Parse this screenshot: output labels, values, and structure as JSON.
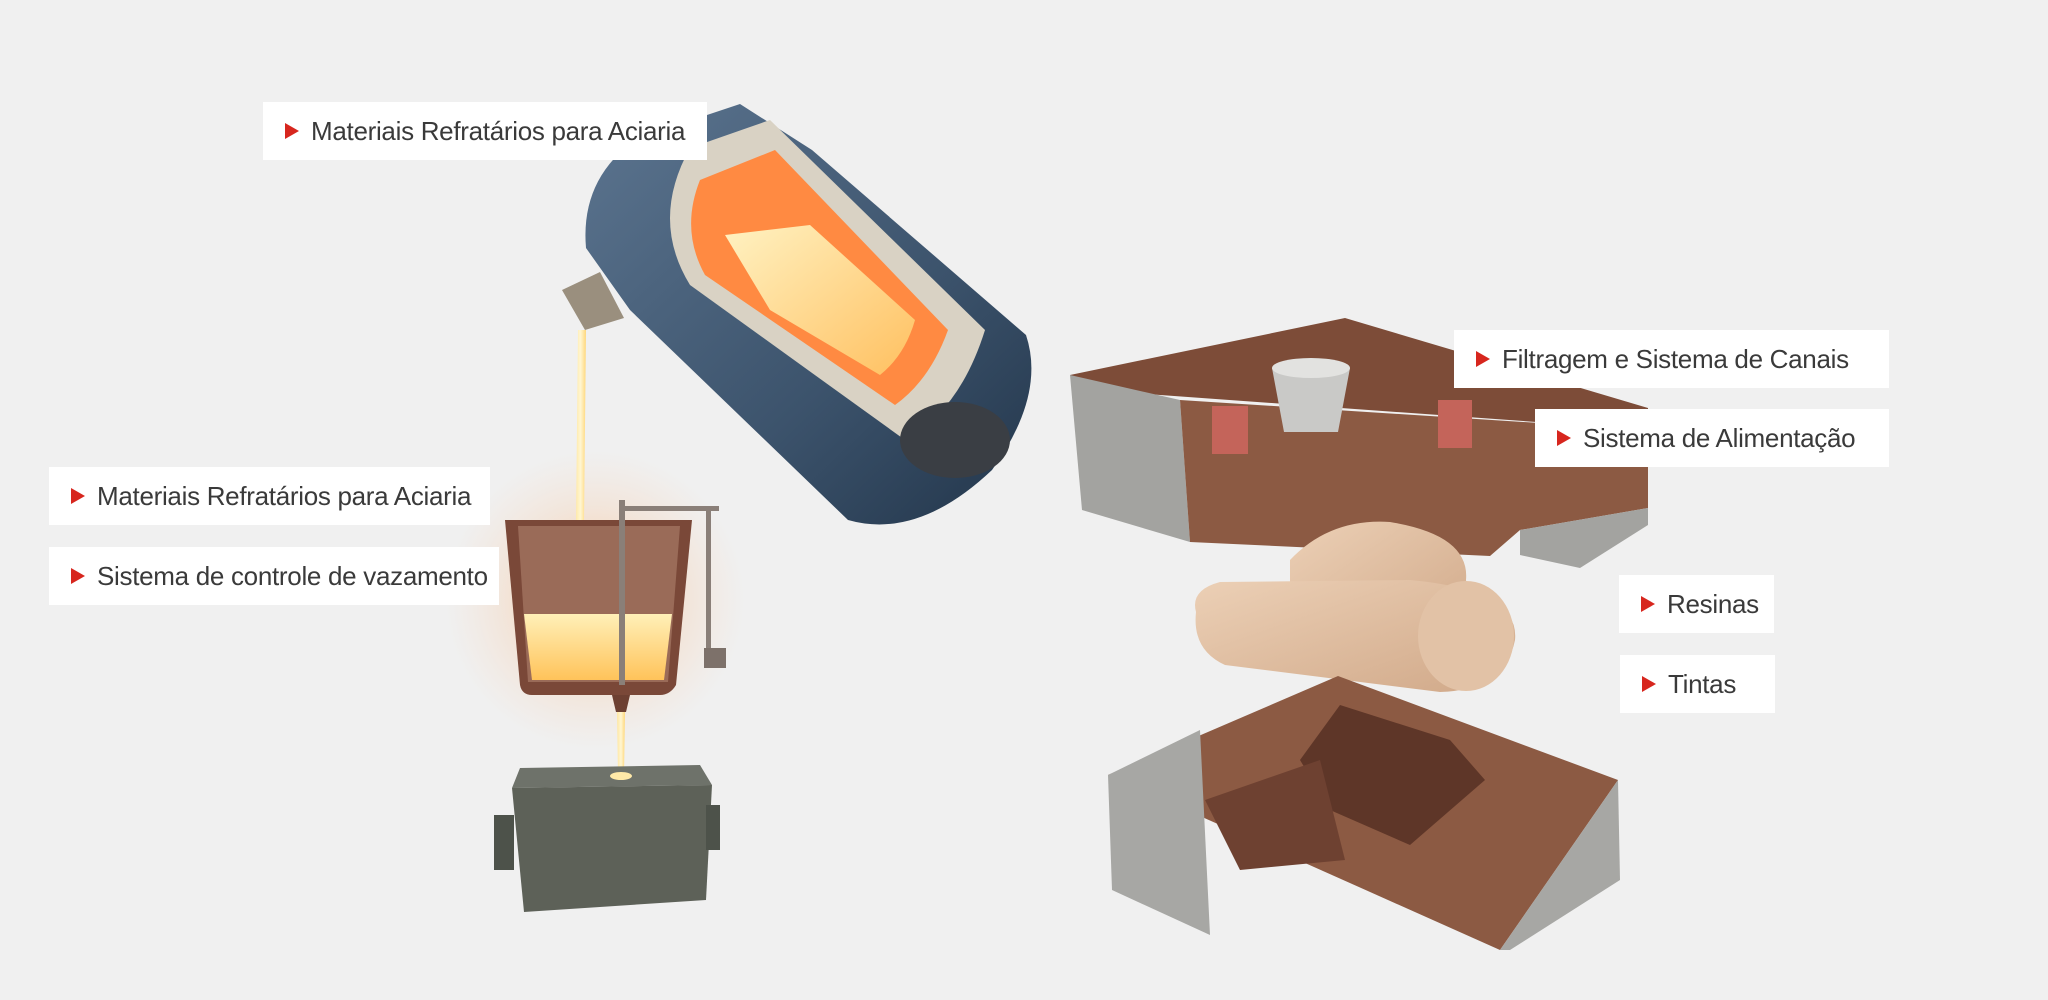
{
  "labels": {
    "furnace_refractory": "Materiais Refratários para Aciaria",
    "ladle_refractory": "Materiais Refratários para Aciaria",
    "pouring_control": "Sistema de controle de vazamento",
    "filtration_gating": "Filtragem e Sistema de Canais",
    "feeding_system": "Sistema de Alimentação",
    "resins": "Resinas",
    "coatings": "Tintas"
  },
  "colors": {
    "background": "#f0f0f0",
    "label_background": "#ffffff",
    "label_text": "#3a3a3a",
    "accent_triangle": "#d7261e",
    "molten_metal": "#ffd27a",
    "furnace_shell": "#3e5670",
    "sand_mold": "#8c5a43",
    "mold_box": "#9a9a98",
    "core": "#ddb89a"
  },
  "icons": {
    "label_marker": "triangle-right-icon"
  }
}
